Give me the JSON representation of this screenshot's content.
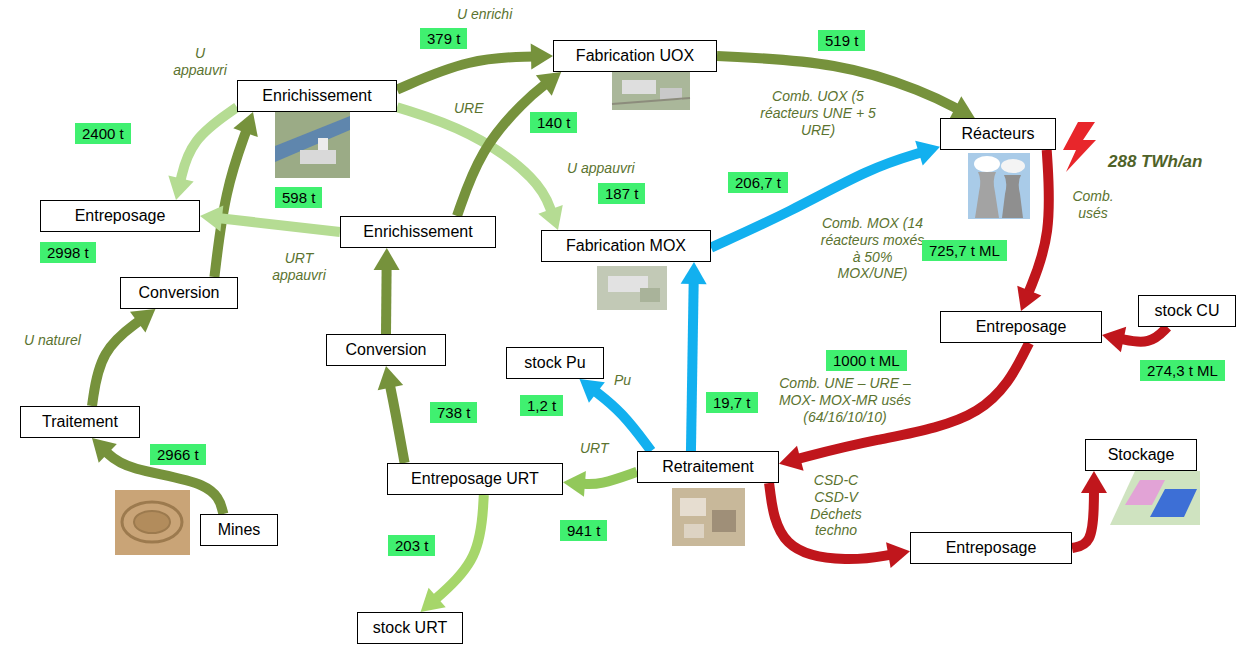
{
  "diagram": {
    "nodes": [
      {
        "text": [
          "Enrichissement"
        ]
      },
      {
        "text": [
          "Fabrication UOX"
        ]
      },
      {
        "text": [
          "Réacteurs"
        ]
      },
      {
        "text": [
          "Entreposage"
        ]
      },
      {
        "text": [
          "Enrichissement"
        ]
      },
      {
        "text": [
          "Fabrication MOX"
        ]
      },
      {
        "text": [
          "Conversion"
        ]
      },
      {
        "text": [
          "Conversion"
        ]
      },
      {
        "text": [
          "stock Pu"
        ]
      },
      {
        "text": [
          "Entreposage"
        ]
      },
      {
        "text": [
          "stock CU"
        ]
      },
      {
        "text": [
          "Traitement"
        ]
      },
      {
        "text": [
          "Retraitement"
        ]
      },
      {
        "text": [
          "Entreposage URT"
        ]
      },
      {
        "text": [
          "Stockage"
        ]
      },
      {
        "text": [
          "Entreposage"
        ]
      },
      {
        "text": [
          "Mines"
        ]
      },
      {
        "text": [
          "stock URT"
        ]
      }
    ],
    "edges": [
      {
        "from": 16,
        "to": 11,
        "arrow": "to",
        "label": "2966 t"
      },
      {
        "from": 11,
        "to": 6,
        "arrow": "to"
      },
      {
        "from": 6,
        "to": 0,
        "arrow": "to"
      },
      {
        "from": 0,
        "to": 1,
        "arrow": "to",
        "label": "379 t"
      },
      {
        "from": 0,
        "to": 3,
        "arrow": "to",
        "label": "2400 t"
      },
      {
        "from": 0,
        "to": 5,
        "arrow": "to",
        "label": "187 t"
      },
      {
        "from": 4,
        "to": 3,
        "arrow": "to",
        "label": "598 t"
      },
      {
        "from": 4,
        "to": 1,
        "arrow": "to",
        "label": "140 t"
      },
      {
        "from": 7,
        "to": 4,
        "arrow": "to"
      },
      {
        "from": 13,
        "to": 7,
        "arrow": "to",
        "label": "738 t"
      },
      {
        "from": 13,
        "to": 17,
        "arrow": "to",
        "label": "203 t"
      },
      {
        "from": 12,
        "to": 13,
        "arrow": "to",
        "label": "941 t"
      },
      {
        "from": 12,
        "to": 8,
        "arrow": "to",
        "label": "1,2 t"
      },
      {
        "from": 12,
        "to": 5,
        "arrow": "to",
        "label": "19,7 t"
      },
      {
        "from": 5,
        "to": 2,
        "arrow": "to",
        "label": "206,7 t"
      },
      {
        "from": 1,
        "to": 2,
        "arrow": "to",
        "label": "519 t"
      },
      {
        "from": 2,
        "to": 9,
        "arrow": "to",
        "label": "725,7 t ML"
      },
      {
        "from": 10,
        "to": 9,
        "arrow": "to",
        "label": "274,3 t ML"
      },
      {
        "from": 9,
        "to": 12,
        "arrow": "to",
        "label": "1000 t ML"
      },
      {
        "from": 12,
        "to": 15,
        "arrow": "to",
        "label": "CSD-C CSD-V Déchets techno"
      },
      {
        "from": 15,
        "to": 14,
        "arrow": "to"
      }
    ],
    "labels": [
      "U appauvri",
      "U enrichi",
      "URE",
      "U appauvri",
      "URT appauvri",
      "2998 t",
      "U naturel",
      "Comb. UOX (5 réacteurs UNE + 5 URE)",
      "Comb. MOX (14 réacteurs moxés à 50% MOX/UNE)",
      "288 TWh/an",
      "Comb. usés",
      "Comb. UNE – URE – MOX- MOX-MR usés (64/16/10/10)",
      "Pu",
      "URT"
    ]
  }
}
